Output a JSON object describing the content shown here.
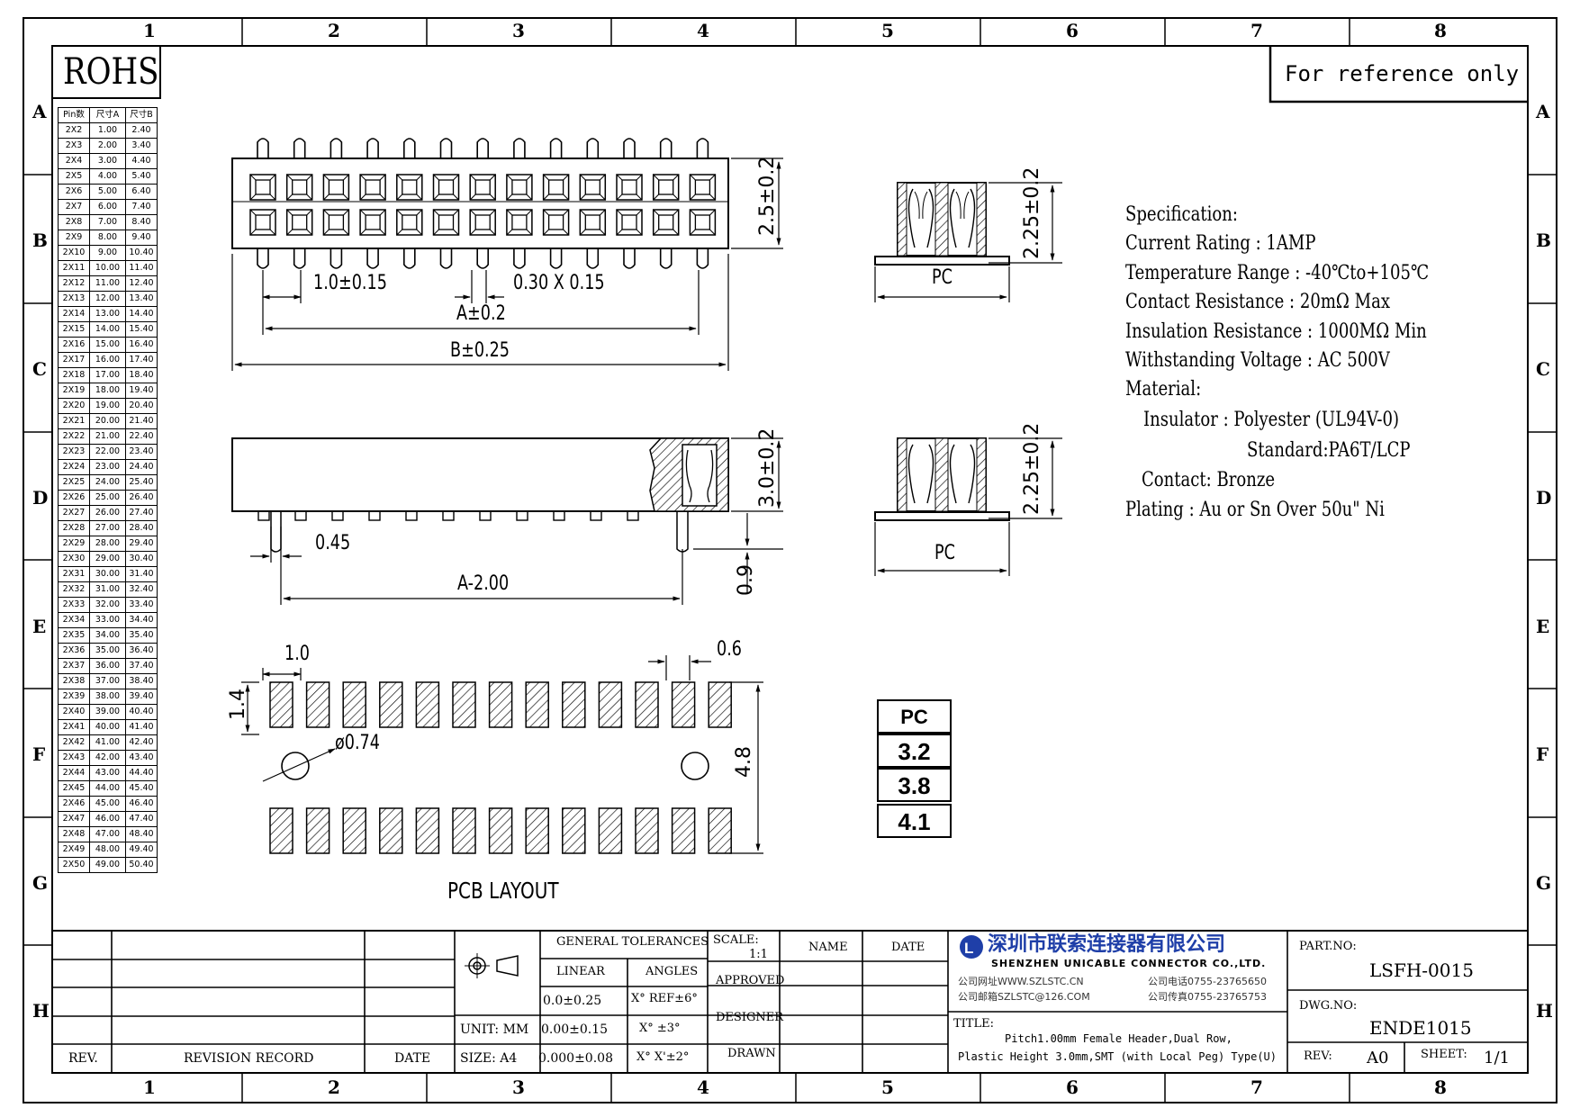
{
  "frame": {
    "col_labels": [
      "1",
      "2",
      "3",
      "4",
      "5",
      "6",
      "7",
      "8"
    ],
    "row_labels": [
      "A",
      "B",
      "C",
      "D",
      "E",
      "F",
      "G",
      "H"
    ]
  },
  "rohs_label": "ROHS",
  "reference_note": "For reference only",
  "pin_table": {
    "headers": [
      "Pin数",
      "尺寸A",
      "尺寸B"
    ],
    "rows": [
      [
        "2X2",
        "1.00",
        "2.40"
      ],
      [
        "2X3",
        "2.00",
        "3.40"
      ],
      [
        "2X4",
        "3.00",
        "4.40"
      ],
      [
        "2X5",
        "4.00",
        "5.40"
      ],
      [
        "2X6",
        "5.00",
        "6.40"
      ],
      [
        "2X7",
        "6.00",
        "7.40"
      ],
      [
        "2X8",
        "7.00",
        "8.40"
      ],
      [
        "2X9",
        "8.00",
        "9.40"
      ],
      [
        "2X10",
        "9.00",
        "10.40"
      ],
      [
        "2X11",
        "10.00",
        "11.40"
      ],
      [
        "2X12",
        "11.00",
        "12.40"
      ],
      [
        "2X13",
        "12.00",
        "13.40"
      ],
      [
        "2X14",
        "13.00",
        "14.40"
      ],
      [
        "2X15",
        "14.00",
        "15.40"
      ],
      [
        "2X16",
        "15.00",
        "16.40"
      ],
      [
        "2X17",
        "16.00",
        "17.40"
      ],
      [
        "2X18",
        "17.00",
        "18.40"
      ],
      [
        "2X19",
        "18.00",
        "19.40"
      ],
      [
        "2X20",
        "19.00",
        "20.40"
      ],
      [
        "2X21",
        "20.00",
        "21.40"
      ],
      [
        "2X22",
        "21.00",
        "22.40"
      ],
      [
        "2X23",
        "22.00",
        "23.40"
      ],
      [
        "2X24",
        "23.00",
        "24.40"
      ],
      [
        "2X25",
        "24.00",
        "25.40"
      ],
      [
        "2X26",
        "25.00",
        "26.40"
      ],
      [
        "2X27",
        "26.00",
        "27.40"
      ],
      [
        "2X28",
        "27.00",
        "28.40"
      ],
      [
        "2X29",
        "28.00",
        "29.40"
      ],
      [
        "2X30",
        "29.00",
        "30.40"
      ],
      [
        "2X31",
        "30.00",
        "31.40"
      ],
      [
        "2X32",
        "31.00",
        "32.40"
      ],
      [
        "2X33",
        "32.00",
        "33.40"
      ],
      [
        "2X34",
        "33.00",
        "34.40"
      ],
      [
        "2X35",
        "34.00",
        "35.40"
      ],
      [
        "2X36",
        "35.00",
        "36.40"
      ],
      [
        "2X37",
        "36.00",
        "37.40"
      ],
      [
        "2X38",
        "37.00",
        "38.40"
      ],
      [
        "2X39",
        "38.00",
        "39.40"
      ],
      [
        "2X40",
        "39.00",
        "40.40"
      ],
      [
        "2X41",
        "40.00",
        "41.40"
      ],
      [
        "2X42",
        "41.00",
        "42.40"
      ],
      [
        "2X43",
        "42.00",
        "43.40"
      ],
      [
        "2X44",
        "43.00",
        "44.40"
      ],
      [
        "2X45",
        "44.00",
        "45.40"
      ],
      [
        "2X46",
        "45.00",
        "46.40"
      ],
      [
        "2X47",
        "46.00",
        "47.40"
      ],
      [
        "2X48",
        "47.00",
        "48.40"
      ],
      [
        "2X49",
        "48.00",
        "49.40"
      ],
      [
        "2X50",
        "49.00",
        "50.40"
      ]
    ]
  },
  "dimensions": {
    "height_top": "2.5±0.2",
    "pitch": "1.0±0.15",
    "pin_size": "0.30 X 0.15",
    "dim_a": "A±0.2",
    "dim_b": "B±0.25",
    "side_height": "3.0±0.2",
    "peg_width": "0.45",
    "peg_span": "A-2.00",
    "standoff": "0.9",
    "end_height_1": "2.25±0.2",
    "end_height_2": "2.25±0.2",
    "pc_label_1": "PC",
    "pc_label_2": "PC",
    "pad_pitch": "1.0",
    "pad_width": "0.6",
    "pad_length": "1.4",
    "hole_dia": "ø0.74",
    "row_span": "4.8",
    "pcb_layout_title": "PCB LAYOUT"
  },
  "pc_table": {
    "header": "PC",
    "values": [
      "3.2",
      "3.8",
      "4.1"
    ]
  },
  "specification": {
    "title": "Specification:",
    "lines": [
      "Current Rating : 1AMP",
      "Temperature Range : -40℃to+105℃",
      "Contact Resistance : 20mΩ Max",
      "Insulation Resistance : 1000MΩ Min",
      "Withstanding Voltage : AC 500V",
      "Material:",
      "Insulator : Polyester (UL94V-0)",
      "Standard:PA6T/LCP",
      "Contact: Bronze",
      "Plating : Au or Sn Over 50u\" Ni"
    ]
  },
  "title_block": {
    "rev_header": "REV.",
    "revision_record_header": "REVISION RECORD",
    "date_header": "DATE",
    "general_tolerances": "GENERAL TOLERANCES",
    "linear": "LINEAR",
    "angles": "ANGLES",
    "tol_linear": [
      "0.0±0.25",
      "0.00±0.15",
      "0.000±0.08"
    ],
    "tol_angles": [
      "X° REF±6°",
      "X° ±3°",
      "X° X'±2°"
    ],
    "unit": "UNIT: MM",
    "size": "SIZE: A4",
    "scale_label": "SCALE:",
    "scale_value": "1:1",
    "name_header": "NAME",
    "date_header2": "DATE",
    "approved": "APPROVED",
    "designer": "DESIGNER",
    "drawn": "DRAWN",
    "company_cn": "深圳市联索连接器有限公司",
    "company_en": "SHENZHEN UNICABLE CONNECTOR CO.,LTD.",
    "website": "公司网址WWW.SZLSTC.CN",
    "email": "公司邮箱SZLSTC@126.COM",
    "phone": "公司电话0755-23765650",
    "fax": "公司传真0755-23765753",
    "title_label": "TITLE:",
    "title_line1": "Pitch1.00mm Female Header,Dual Row,",
    "title_line2": "Plastic Height 3.0mm,SMT (with Local Peg) Type(U)",
    "part_no_label": "PART.NO:",
    "part_no": "LSFH-0015",
    "dwg_no_label": "DWG.NO:",
    "dwg_no": "ENDE1015",
    "rev_label": "REV:",
    "rev_value": "A0",
    "sheet_label": "SHEET:",
    "sheet_value": "1/1"
  },
  "colors": {
    "line": "#000000",
    "logo_blue": "#1f3fa8"
  }
}
